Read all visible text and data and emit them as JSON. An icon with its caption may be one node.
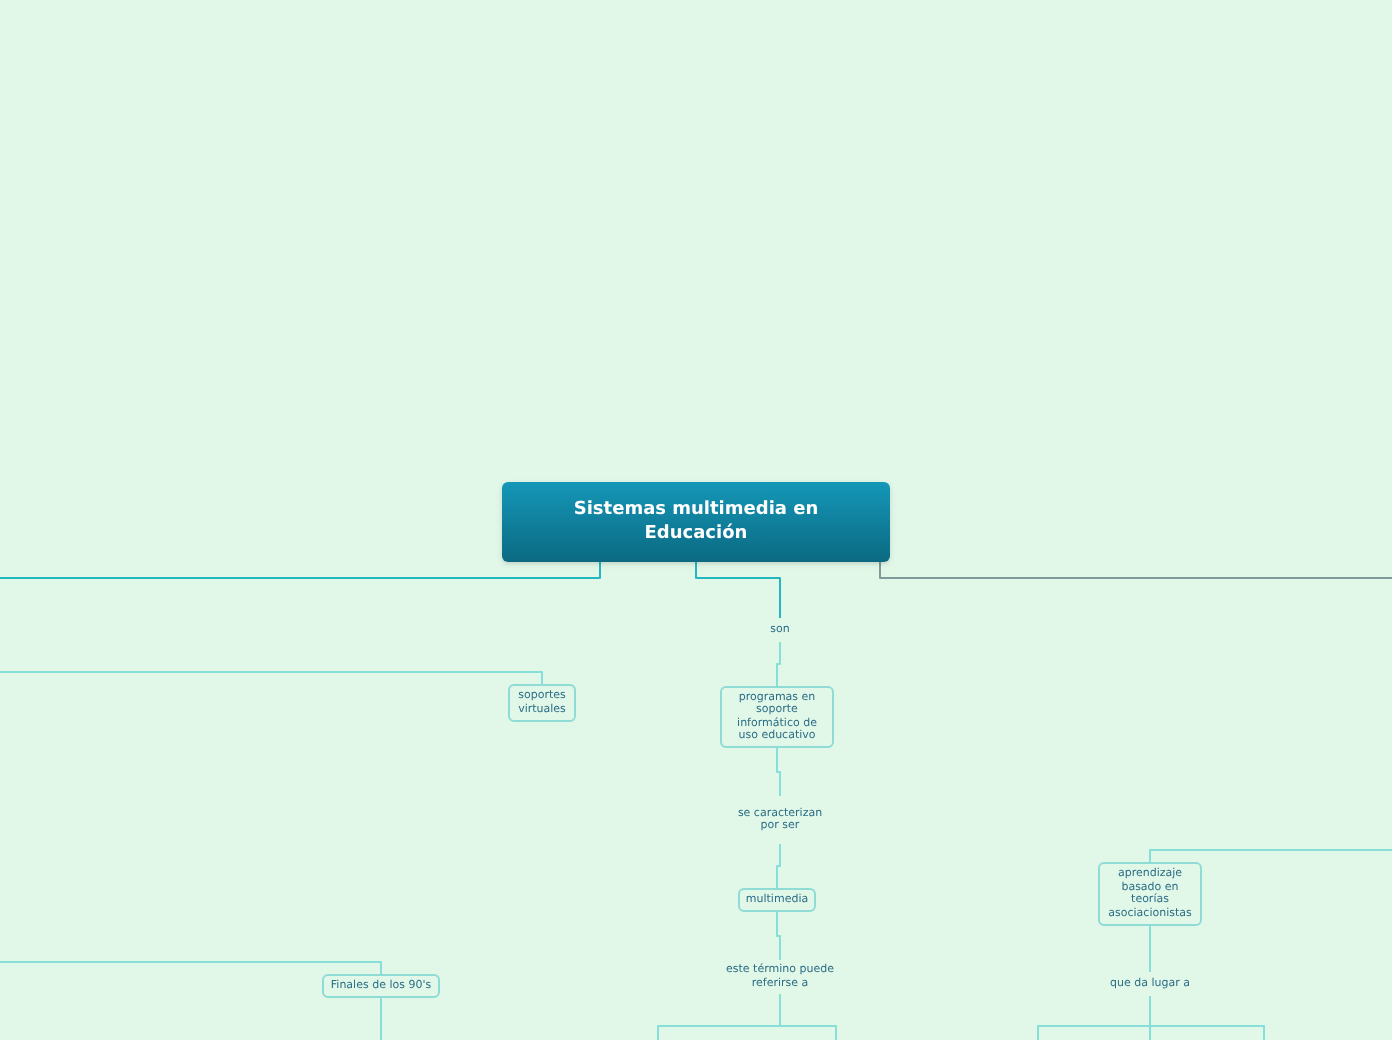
{
  "diagram": {
    "nodes": [
      {
        "text": [
          "Sistemas multimedia en Educación"
        ]
      },
      {
        "text": [
          "son"
        ]
      },
      {
        "text": [
          "programas en soporte informático de uso educativo"
        ]
      },
      {
        "text": [
          "se caracterizan por ser"
        ]
      },
      {
        "text": [
          "multimedia"
        ]
      },
      {
        "text": [
          "este término puede referirse a"
        ]
      },
      {
        "text": [
          "soportes virtuales"
        ]
      },
      {
        "text": [
          "Finales de los 90's"
        ]
      },
      {
        "text": [
          "aprendizaje basado en teorías asociacionistas"
        ]
      },
      {
        "text": [
          "que da lugar a"
        ]
      }
    ],
    "edges": [
      {
        "from": 0,
        "to": 1,
        "arrow": "none",
        "color": "#22b8c0"
      },
      {
        "from": 1,
        "to": 2,
        "arrow": "none"
      },
      {
        "from": 2,
        "to": 3,
        "arrow": "none"
      },
      {
        "from": 3,
        "to": 4,
        "arrow": "none"
      },
      {
        "from": 4,
        "to": 5,
        "arrow": "none"
      },
      {
        "from": 0,
        "to": null,
        "arrow": "none",
        "color": "#22b8c0"
      },
      {
        "from": 0,
        "to": null,
        "arrow": "none",
        "color": "#7f9a98"
      },
      {
        "from": null,
        "to": 6,
        "arrow": "none"
      },
      {
        "from": null,
        "to": 7,
        "arrow": "none"
      },
      {
        "from": 7,
        "to": null,
        "arrow": "none"
      },
      {
        "from": null,
        "to": 8,
        "arrow": "none"
      },
      {
        "from": 8,
        "to": 9,
        "arrow": "none"
      },
      {
        "from": 5,
        "to": null,
        "arrow": "none"
      },
      {
        "from": 5,
        "to": null,
        "arrow": "none"
      },
      {
        "from": 9,
        "to": null,
        "arrow": "none"
      },
      {
        "from": 9,
        "to": null,
        "arrow": "none"
      },
      {
        "from": 9,
        "to": null,
        "arrow": "none"
      }
    ]
  }
}
